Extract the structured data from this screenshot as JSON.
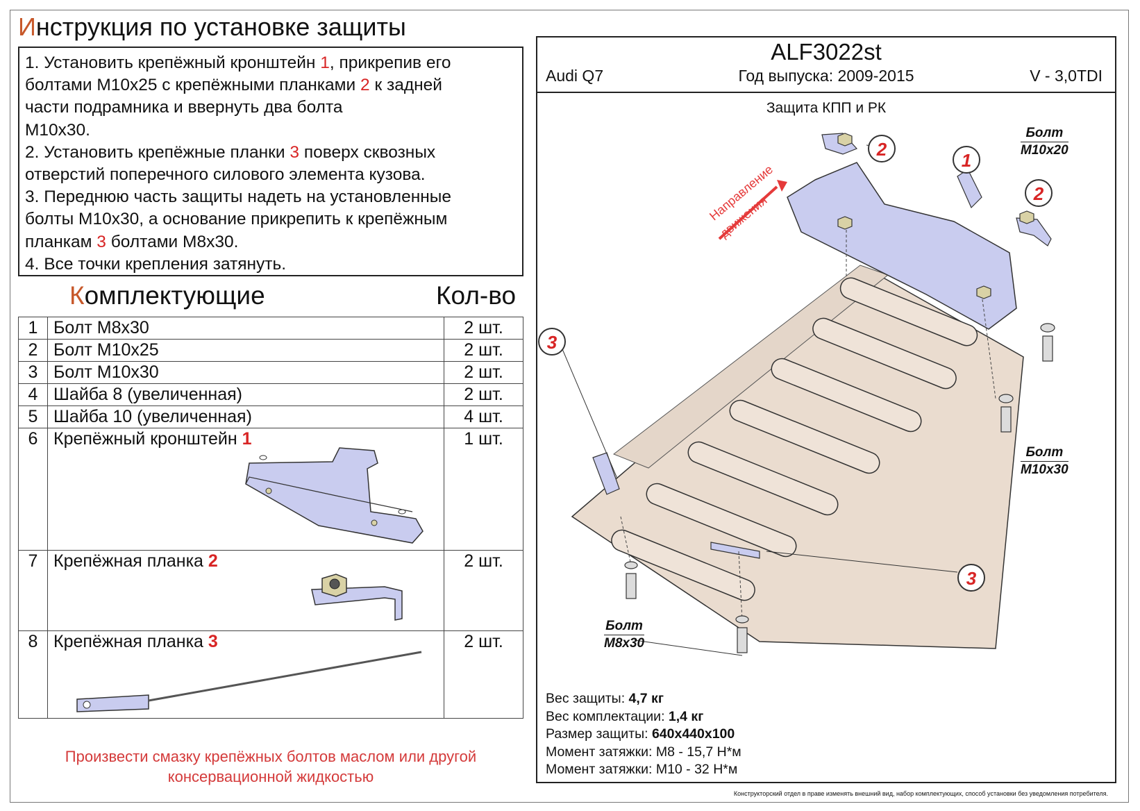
{
  "title": {
    "first_letter": "И",
    "rest": "нструкция по установке защиты"
  },
  "instructions": {
    "i1_a": "1. Установить крепёжный кронштейн ",
    "i1_n1": "1",
    "i1_b": ", прикрепив его",
    "i1_c": "болтами M10x25 с крепёжными планками ",
    "i1_n2": "2",
    "i1_d": " к задней",
    "i1_e": "части подрамника и ввернуть два болта",
    "i1_f": "M10x30.",
    "i2_a": "2. Установить крепёжные планки ",
    "i2_n": "3",
    "i2_b": " поверх сквозных",
    "i2_c": "отверстий поперечного силового элемента кузова.",
    "i3_a": "3. Переднюю часть защиты надеть на установленные",
    "i3_b": "болты M10x30, а основание прикрепить к крепёжным",
    "i3_c": "планкам ",
    "i3_n": "3",
    "i3_d": " болтами M8x30.",
    "i4": "4. Все точки крепления затянуть."
  },
  "kit": {
    "heading_first": "К",
    "heading_rest": "омплектующие",
    "qty_heading": "Кол-во",
    "items": [
      {
        "n": "1",
        "name": "Болт M8x30",
        "qty": "2 шт."
      },
      {
        "n": "2",
        "name": "Болт M10x25",
        "qty": "2 шт."
      },
      {
        "n": "3",
        "name": "Болт M10x30",
        "qty": "2 шт."
      },
      {
        "n": "4",
        "name": "Шайба 8 (увеличенная)",
        "qty": "2 шт."
      },
      {
        "n": "5",
        "name": "Шайба 10 (увеличенная)",
        "qty": "4 шт."
      },
      {
        "n": "6",
        "name": "Крепёжный кронштейн ",
        "ref": "1",
        "qty": "1 шт."
      },
      {
        "n": "7",
        "name": "Крепёжная планка ",
        "ref": "2",
        "qty": "2 шт."
      },
      {
        "n": "8",
        "name": "Крепёжная планка ",
        "ref": "3",
        "qty": "2 шт."
      }
    ]
  },
  "grease_note": {
    "line1": "Произвести смазку крепёжных болтов маслом или другой",
    "line2": "консервационной жидкостью"
  },
  "product": {
    "code": "ALF3022st",
    "car": "Audi Q7",
    "year": "Год выпуска: 2009-2015",
    "engine": "V - 3,0TDI",
    "subtitle": "Защита КПП и РК"
  },
  "diagram": {
    "direction_l1": "Направление",
    "direction_l2": "движения",
    "callouts": [
      "2",
      "1",
      "2",
      "3",
      "3"
    ],
    "bolt_word": "Болт",
    "bolt_m10x20": "M10x20",
    "bolt_m10x30": "M10x30",
    "bolt_m8x30": "M8x30"
  },
  "specs": {
    "w_label": "Вес защиты: ",
    "w_val": "4,7 кг",
    "k_label": "Вес комплектации: ",
    "k_val": "1,4 кг",
    "s_label": "Размер защиты: ",
    "s_val": "640x440x100",
    "t8": "Момент затяжки: M8 - 15,7 Н*м",
    "t10": "Момент затяжки: M10 - 32 Н*м"
  },
  "footer_note": "Конструкторский отдел в праве изменять внешний вид, набор комплектующих, способ установки без уведомления потребителя."
}
